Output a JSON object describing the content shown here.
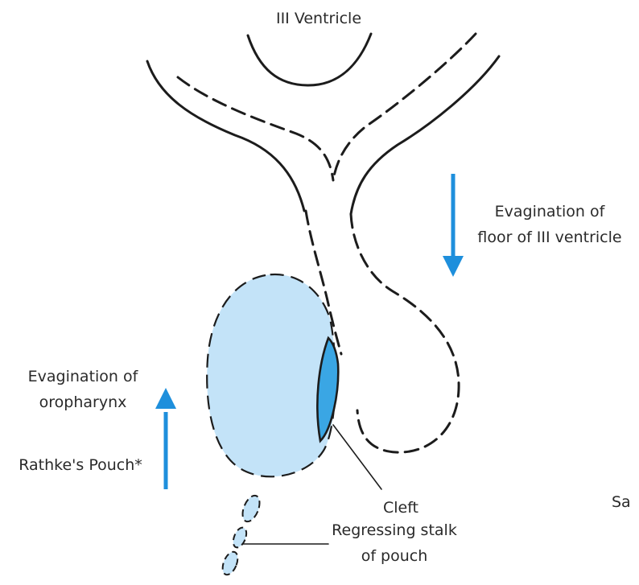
{
  "diagram": {
    "labels": {
      "ventricle": "III Ventricle",
      "evag_floor_line1": "Evagination of",
      "evag_floor_line2": "floor of III ventricle",
      "evag_oro_line1": "Evagination of",
      "evag_oro_line2": "oropharynx",
      "rathke": "Rathke's Pouch*",
      "cleft": "Cleft",
      "stalk_line1": "Regressing stalk",
      "stalk_line2": "of pouch",
      "cut_off": "Sa"
    },
    "colors": {
      "arrow": "#1e8fdc",
      "pouch_fill": "#c3e3f8",
      "cleft_fill": "#3aa6e4",
      "outline": "#1c1c1c"
    }
  }
}
